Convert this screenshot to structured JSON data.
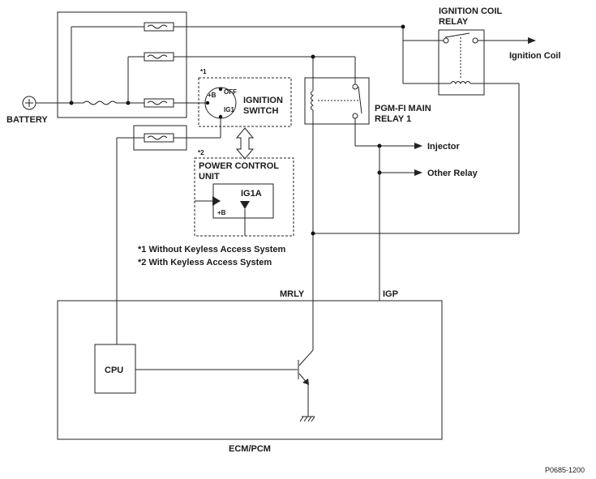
{
  "labels": {
    "battery": "BATTERY",
    "ignition_coil_relay_line1": "IGNITION COIL",
    "ignition_coil_relay_line2": "RELAY",
    "ignition_coil": "Ignition Coil",
    "ignition_switch_line1": "IGNITION",
    "ignition_switch_line2": "SWITCH",
    "switch_b": "+B",
    "switch_off": "OFF",
    "switch_ig1": "IG1",
    "main_relay_line1": "PGM-FI MAIN",
    "main_relay_line2": "RELAY 1",
    "injector": "Injector",
    "other_relay": "Other Relay",
    "note1_mark": "*1",
    "note2_mark": "*2",
    "pcu_line1": "POWER CONTROL",
    "pcu_line2": "UNIT",
    "pcu_ig1a": "IG1A",
    "pcu_b": "+B",
    "footnote1": "*1 Without Keyless Access System",
    "footnote2": "*2 With Keyless Access System",
    "mrly": "MRLY",
    "igp": "IGP",
    "cpu": "CPU",
    "ecm": "ECM/PCM",
    "figure_id": "P0685-1200"
  }
}
